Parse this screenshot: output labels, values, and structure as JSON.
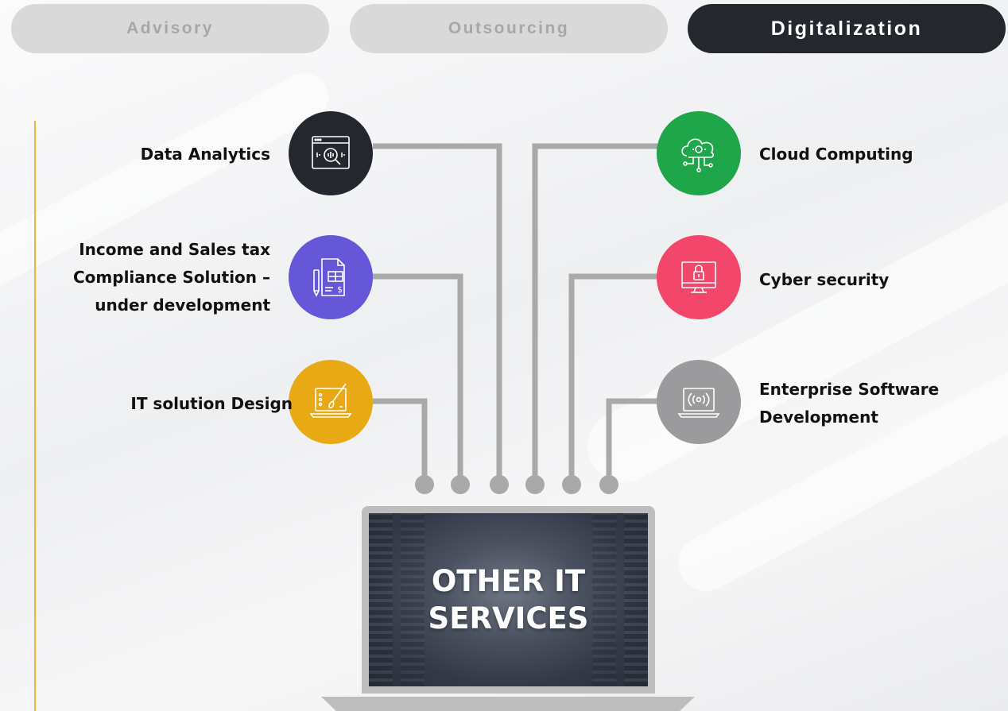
{
  "tabs": [
    {
      "label": "Advisory",
      "active": false
    },
    {
      "label": "Outsourcing",
      "active": false
    },
    {
      "label": "Digitalization",
      "active": true
    }
  ],
  "services_left": [
    {
      "label": "Data Analytics",
      "icon": "data-analytics-icon",
      "color": "#24272e"
    },
    {
      "label": "Income and Sales tax Compliance Solution – under development",
      "icon": "tax-document-icon",
      "color": "#6557d8"
    },
    {
      "label": "IT solution Design",
      "icon": "design-laptop-icon",
      "color": "#e8a914"
    }
  ],
  "services_right": [
    {
      "label": "Cloud Computing",
      "icon": "cloud-icon",
      "color": "#1fa64a"
    },
    {
      "label": "Cyber security",
      "icon": "lock-monitor-icon",
      "color": "#f2476a"
    },
    {
      "label": "Enterprise Software Development",
      "icon": "wireless-laptop-icon",
      "color": "#9b9b9d"
    }
  ],
  "center": {
    "title": "OTHER IT SERVICES"
  },
  "colors": {
    "connector": "#a9a9a9",
    "accent": "#f1b43a",
    "active_tab": "#24272e",
    "inactive_tab": "#d9d9d9"
  }
}
